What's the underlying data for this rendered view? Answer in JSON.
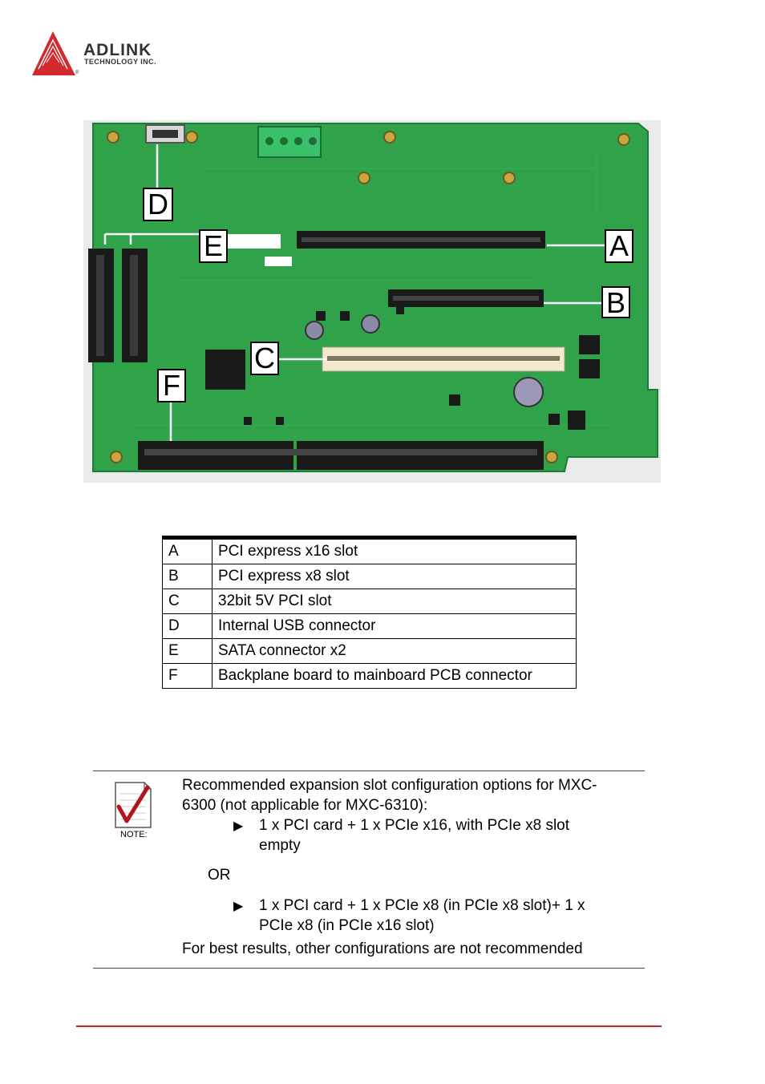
{
  "brand": {
    "name": "ADLINK",
    "tagline": "TECHNOLOGY INC.",
    "registered": "®",
    "color": "#d12a2e"
  },
  "figure": {
    "callouts": [
      "A",
      "B",
      "C",
      "D",
      "E",
      "F"
    ],
    "board_color": "#2fa24a"
  },
  "legend": {
    "rows": [
      {
        "key": "A",
        "desc": "PCI express x16 slot"
      },
      {
        "key": "B",
        "desc": "PCI express x8 slot"
      },
      {
        "key": "C",
        "desc": "32bit 5V PCI slot"
      },
      {
        "key": "D",
        "desc": "Internal USB connector"
      },
      {
        "key": "E",
        "desc": "SATA connector x2"
      },
      {
        "key": "F",
        "desc": "Backplane board to mainboard PCB connector"
      }
    ]
  },
  "note": {
    "icon_label": "NOTE:",
    "intro_line1": "Recommended expansion slot configuration options for MXC-",
    "intro_line2": "6300 (not applicable for MXC-6310):",
    "option1_line1": "1 x PCI card + 1 x PCIe x16, with PCIe x8 slot",
    "option1_line2": "empty",
    "or": "OR",
    "option2_line1": "1 x PCI card + 1 x PCIe x8 (in PCIe x8 slot)+ 1 x",
    "option2_line2": "PCIe x8 (in PCIe x16 slot)",
    "closing": "For best results, other configurations are not recommended"
  }
}
